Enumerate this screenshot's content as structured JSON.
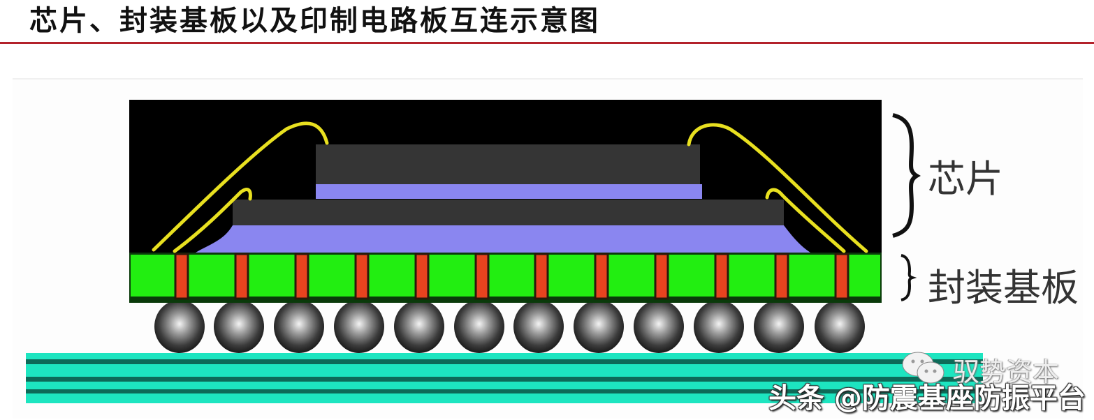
{
  "title": "芯片、封装基板以及印制电路板互连示意图",
  "labels": {
    "chip": "芯片",
    "substrate": "封装基板"
  },
  "watermarks": {
    "wechat_account": "驭势资本",
    "toutiao": "头条 @防震基座防振平台"
  },
  "colors": {
    "title_rule": "#b3222b",
    "mold": "#000000",
    "die": "#353535",
    "die_attach": "#8a86f0",
    "bond_wire": "#e8e020",
    "substrate": "#22ee11",
    "via": "#e8431f",
    "solder_ball": "#3a3a3a",
    "pcb": "#1de5c0",
    "pcb_line": "#0d6a58"
  },
  "components": [
    "mold compound",
    "upper die",
    "lower die",
    "bond wires",
    "package substrate with 12 vias",
    "12 solder balls",
    "printed circuit board"
  ]
}
